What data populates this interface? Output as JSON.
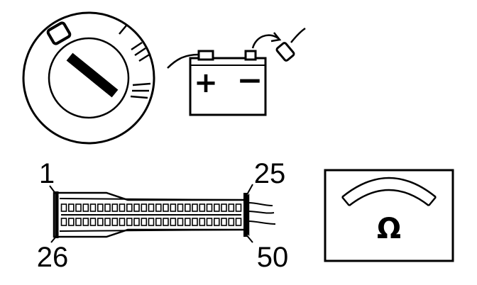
{
  "connector": {
    "pin_top_left": "1",
    "pin_top_right": "25",
    "pin_bottom_left": "26",
    "pin_bottom_right": "50"
  },
  "battery": {
    "positive_symbol": "+",
    "negative_symbol": "−"
  },
  "ohmmeter": {
    "unit_symbol": "Ω"
  },
  "icons": [
    "ignition-switch-off-icon",
    "battery-disconnect-icon",
    "ecu-connector-icon",
    "ohmmeter-icon"
  ],
  "colors": {
    "line": "#000000",
    "background": "#ffffff"
  }
}
